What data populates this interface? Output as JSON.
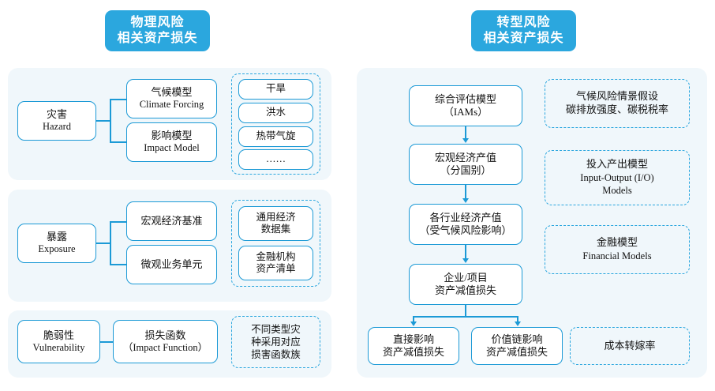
{
  "theme": {
    "accent": "#2BA7DE",
    "line": "#1C9AD6",
    "panel_bg": "#F0F7FB",
    "box_bg": "#FFFFFF",
    "text": "#111111",
    "badge_text": "#FFFFFF"
  },
  "left": {
    "badge": {
      "line1": "物理风险",
      "line2": "相关资产损失"
    },
    "sections": [
      {
        "root": {
          "cn": "灾害",
          "en": "Hazard"
        },
        "children": [
          {
            "cn": "气候模型",
            "en": "Climate Forcing"
          },
          {
            "cn": "影响模型",
            "en": "Impact Model"
          }
        ],
        "aside_items": [
          {
            "line1": "干旱"
          },
          {
            "line1": "洪水"
          },
          {
            "line1": "热带气旋"
          },
          {
            "line1": "……"
          }
        ]
      },
      {
        "root": {
          "cn": "暴露",
          "en": "Exposure"
        },
        "children": [
          {
            "cn": "宏观经济基准",
            "en": ""
          },
          {
            "cn": "微观业务单元",
            "en": ""
          }
        ],
        "aside_items": [
          {
            "line1": "通用经济",
            "line2": "数据集"
          },
          {
            "line1": "金融机构",
            "line2": "资产清单"
          }
        ]
      },
      {
        "root": {
          "cn": "脆弱性",
          "en": "Vulnerability"
        },
        "children": [
          {
            "cn": "损失函数",
            "en": "（Impact Function）"
          }
        ],
        "aside_note": {
          "line1": "不同类型灾",
          "line2": "种采用对应",
          "line3": "损害函数族"
        }
      }
    ]
  },
  "right": {
    "badge": {
      "line1": "转型风险",
      "line2": "相关资产损失"
    },
    "flow": [
      {
        "line1": "综合评估模型",
        "line2": "（IAMs）"
      },
      {
        "line1": "宏观经济产值",
        "line2": "（分国别）"
      },
      {
        "line1": "各行业经济产值",
        "line2": "（受气候风险影响）"
      },
      {
        "line1": "企业/项目",
        "line2": "资产减值损失"
      }
    ],
    "outcomes": [
      {
        "line1": "直接影响",
        "line2": "资产减值损失"
      },
      {
        "line1": "价值链影响",
        "line2": "资产减值损失"
      }
    ],
    "asides": [
      {
        "line1": "气候风险情景假设",
        "line2": "碳排放强度、碳税税率",
        "line3": ""
      },
      {
        "line1": "投入产出模型",
        "line2": "Input-Output (I/O)",
        "line3": "Models"
      },
      {
        "line1": "金融模型",
        "line2": "Financial Models",
        "line3": ""
      },
      {
        "line1": "成本转嫁率",
        "line2": "",
        "line3": ""
      }
    ]
  }
}
